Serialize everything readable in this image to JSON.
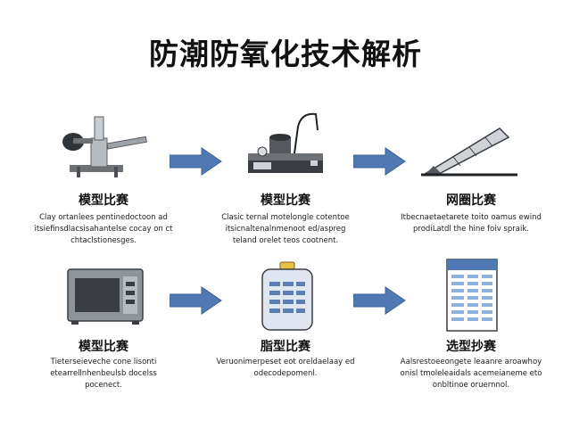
{
  "title": "防潮防氧化技术解析",
  "steps": [
    {
      "label": "模型比赛",
      "description": "Clay ortanlees pentinedoctoon ad itsiefinsdlacsisahantelse cocay on ct chtaclstionesges.",
      "icon": "lab-stand-icon"
    },
    {
      "label": "模型比赛",
      "description": "Clasic ternal motelongle cotentoe itsicnaltenalnmenoot ed/aspreg teland orelet teos cootnent.",
      "icon": "machine-icon"
    },
    {
      "label": "网圈比赛",
      "description": "Itbecnaetaetarete toito oamus ewind prodiLatdl the hine foiv spraik.",
      "icon": "ramp-icon"
    },
    {
      "label": "模型比赛",
      "description": "Tieterseieveche cone lisonti etearrellnhenbeulsb docelss pocenect.",
      "icon": "oven-icon"
    },
    {
      "label": "脂型比赛",
      "description": "Veruonimerpeset eot oreldaelaay ed odecodepomenl.",
      "icon": "container-icon"
    },
    {
      "label": "选型抄赛",
      "description": "Aalsrestoeeongete leaanre aroawhoy onisl tmoleleaidals acemeianeme eto onbltinoe oruernnol.",
      "icon": "document-icon"
    }
  ],
  "colors": {
    "arrow": "#5079b4",
    "arrow_edge": "#3e6296"
  }
}
